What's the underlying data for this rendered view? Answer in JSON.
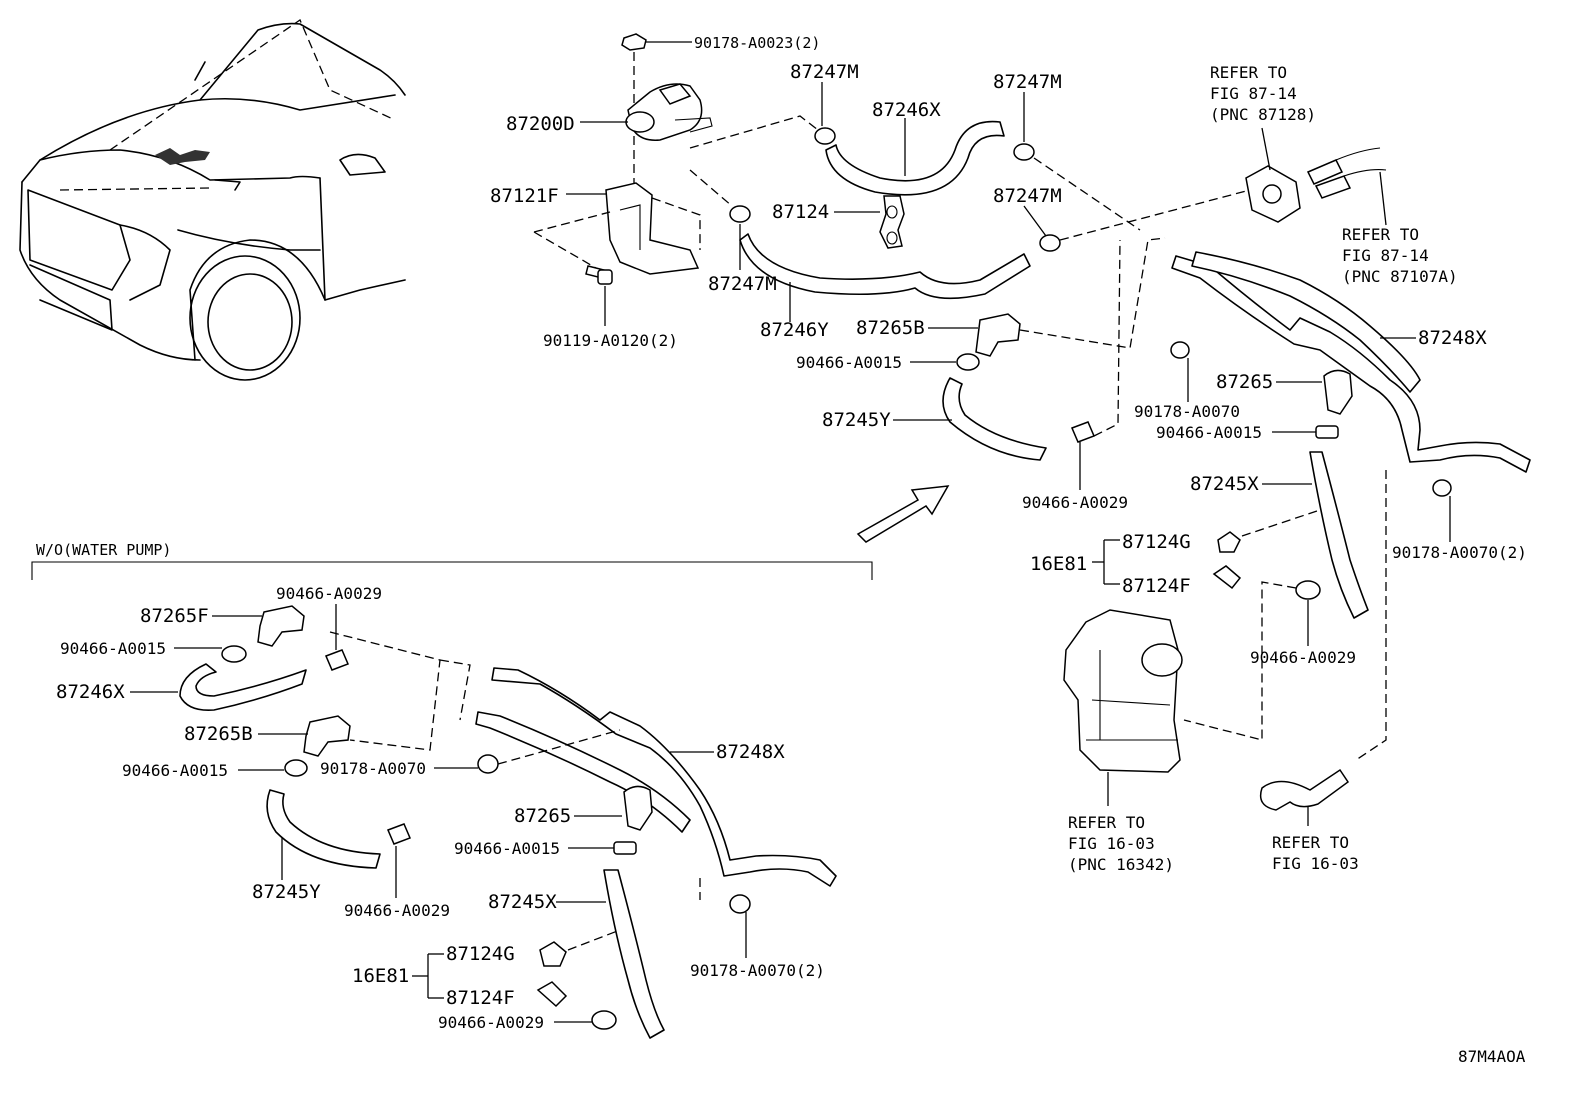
{
  "section_title": "W/O(WATER PUMP)",
  "illustration_code": "87M4AOA",
  "callouts": {
    "p90178_A0023_2": "90178-A0023(2)",
    "p87200D": "87200D",
    "p87121F": "87121F",
    "p90119_A0120_2": "90119-A0120(2)",
    "p87247M_a": "87247M",
    "p87246X_top": "87246X",
    "p87247M_b": "87247M",
    "p87124": "87124",
    "p87247M_c": "87247M",
    "p87247M_d": "87247M",
    "p87246Y": "87246Y",
    "p87265B_top": "87265B",
    "p90466_A0015_top": "90466-A0015",
    "p87245Y_top": "87245Y",
    "p90466_A0029_top": "90466-A0029",
    "p87248X_top": "87248X",
    "p90178_A0070_top": "90178-A0070",
    "p87265_top": "87265",
    "p90466_A0015_top2": "90466-A0015",
    "p87245X_top": "87245X",
    "p16E81_top": "16E81",
    "p87124G_top": "87124G",
    "p87124F_top": "87124F",
    "p90178_A0070_2_top": "90178-A0070(2)",
    "p90466_A0029_top2": "90466-A0029",
    "p87265F": "87265F",
    "p90466_A0029_bl": "90466-A0029",
    "p90466_A0015_bl": "90466-A0015",
    "p87246X_bl": "87246X",
    "p87265B_bl": "87265B",
    "p90466_A0015_bl2": "90466-A0015",
    "p90178_A0070_bl": "90178-A0070",
    "p87248X_bl": "87248X",
    "p87265_bl": "87265",
    "p90466_A0015_bl3": "90466-A0015",
    "p87245Y_bl": "87245Y",
    "p90466_A0029_bl2": "90466-A0029",
    "p87245X_bl": "87245X",
    "p16E81_bl": "16E81",
    "p87124G_bl": "87124G",
    "p87124F_bl": "87124F",
    "p90466_A0029_bl3": "90466-A0029",
    "p90178_A0070_2_bl": "90178-A0070(2)"
  },
  "references": {
    "ref_fig_87_14_a": "REFER TO\nFIG 87-14\n(PNC 87128)",
    "ref_fig_87_14_b": "REFER TO\nFIG 87-14\n(PNC 87107A)",
    "ref_fig_16_03_a": "REFER TO\nFIG 16-03\n(PNC 16342)",
    "ref_fig_16_03_b": "REFER TO\nFIG 16-03"
  }
}
